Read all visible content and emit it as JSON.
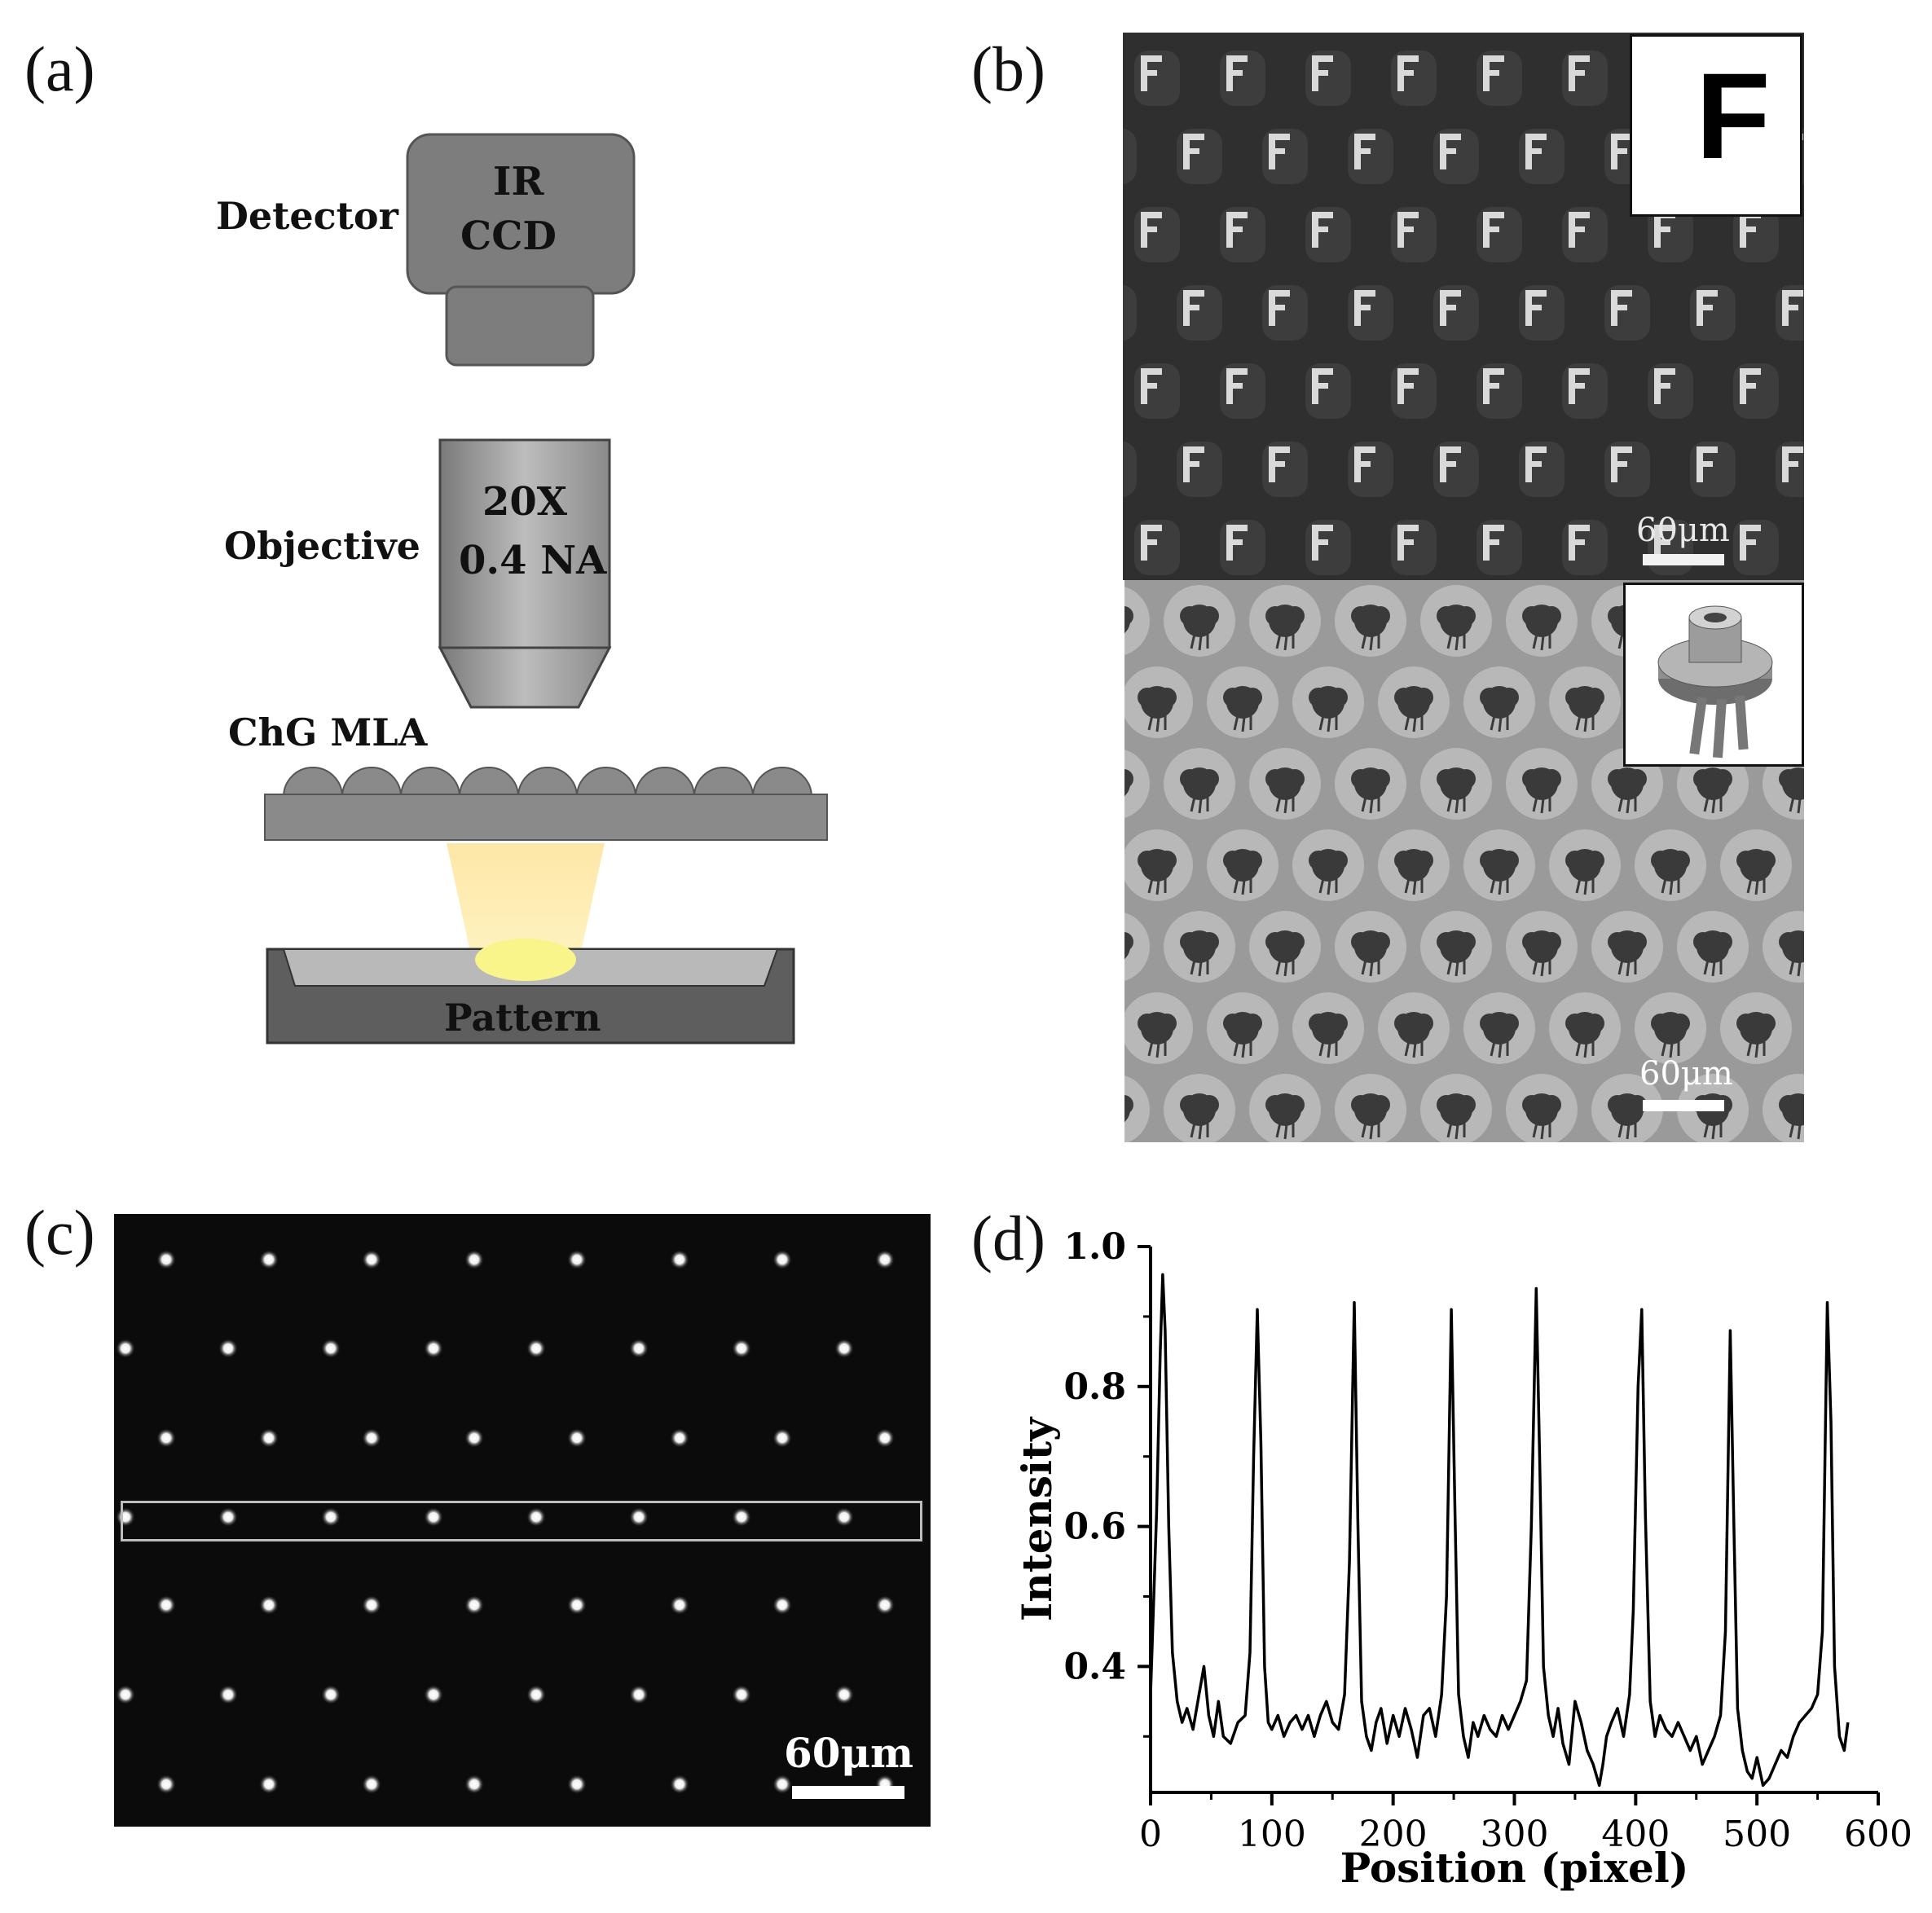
{
  "panels": {
    "a": {
      "label": "(a)",
      "detector_label": "Detector",
      "detector_text_line1": "IR",
      "detector_text_line2": "CCD",
      "objective_label": "Objective",
      "objective_text_line1": "20X",
      "objective_text_line2": "0.4 NA",
      "mla_label": "ChG MLA",
      "pattern_label": "Pattern"
    },
    "b": {
      "label": "(b)",
      "inset_top_letter": "F",
      "scalebar_top": "60μm",
      "scalebar_bottom": "60μm"
    },
    "c": {
      "label": "(c)",
      "scalebar": "60μm"
    },
    "d": {
      "label": "(d)"
    }
  },
  "chart_data": {
    "type": "line",
    "xlabel": "Position (pixel)",
    "ylabel": "Intensity",
    "xlim": [
      0,
      600
    ],
    "ylim": [
      0.22,
      1.0
    ],
    "xticks": [
      "0",
      "100",
      "200",
      "300",
      "400",
      "500",
      "600"
    ],
    "yticks": [
      "0.4",
      "0.6",
      "0.8",
      "1.0"
    ],
    "series": [
      {
        "x": [
          0,
          5,
          8,
          10,
          12,
          15,
          18,
          22,
          26,
          30,
          35,
          40,
          44,
          48,
          52,
          56,
          60,
          66,
          72,
          78,
          82,
          85,
          88,
          91,
          94,
          97,
          100,
          105,
          110,
          115,
          120,
          125,
          130,
          135,
          140,
          145,
          150,
          155,
          160,
          164,
          168,
          171,
          174,
          178,
          182,
          186,
          190,
          195,
          200,
          205,
          210,
          215,
          220,
          225,
          230,
          235,
          240,
          244,
          248,
          251,
          254,
          258,
          262,
          266,
          270,
          275,
          280,
          285,
          290,
          295,
          300,
          305,
          310,
          314,
          318,
          321,
          324,
          328,
          332,
          336,
          340,
          345,
          350,
          355,
          360,
          365,
          370,
          373,
          376,
          380,
          385,
          390,
          395,
          398,
          402,
          405,
          408,
          412,
          416,
          420,
          425,
          430,
          435,
          440,
          445,
          450,
          455,
          460,
          465,
          470,
          474,
          478,
          481,
          484,
          488,
          492,
          496,
          500,
          505,
          510,
          515,
          520,
          525,
          530,
          535,
          540,
          545,
          550,
          554,
          558,
          561,
          564,
          568,
          572,
          575
        ],
        "y": [
          0.36,
          0.62,
          0.85,
          0.96,
          0.88,
          0.6,
          0.42,
          0.35,
          0.32,
          0.34,
          0.31,
          0.36,
          0.4,
          0.33,
          0.3,
          0.35,
          0.3,
          0.29,
          0.32,
          0.33,
          0.42,
          0.7,
          0.91,
          0.72,
          0.4,
          0.32,
          0.31,
          0.33,
          0.3,
          0.32,
          0.33,
          0.31,
          0.33,
          0.3,
          0.33,
          0.35,
          0.32,
          0.31,
          0.36,
          0.55,
          0.92,
          0.6,
          0.35,
          0.3,
          0.28,
          0.32,
          0.34,
          0.29,
          0.33,
          0.3,
          0.34,
          0.31,
          0.27,
          0.33,
          0.34,
          0.3,
          0.36,
          0.5,
          0.91,
          0.62,
          0.36,
          0.3,
          0.27,
          0.32,
          0.3,
          0.33,
          0.31,
          0.3,
          0.33,
          0.31,
          0.33,
          0.35,
          0.38,
          0.6,
          0.94,
          0.68,
          0.4,
          0.33,
          0.3,
          0.34,
          0.29,
          0.26,
          0.35,
          0.32,
          0.28,
          0.26,
          0.23,
          0.26,
          0.3,
          0.32,
          0.34,
          0.3,
          0.36,
          0.48,
          0.8,
          0.91,
          0.62,
          0.35,
          0.3,
          0.33,
          0.31,
          0.3,
          0.32,
          0.3,
          0.28,
          0.3,
          0.26,
          0.28,
          0.3,
          0.33,
          0.45,
          0.88,
          0.6,
          0.34,
          0.28,
          0.25,
          0.24,
          0.27,
          0.23,
          0.24,
          0.26,
          0.28,
          0.27,
          0.3,
          0.32,
          0.33,
          0.34,
          0.36,
          0.45,
          0.92,
          0.75,
          0.4,
          0.3,
          0.28,
          0.32
        ]
      }
    ]
  }
}
